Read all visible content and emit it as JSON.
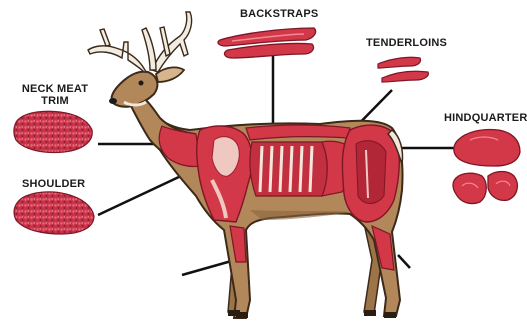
{
  "labels": {
    "backstraps": "BACKSTRAPS",
    "tenderloins": "TENDERLOINS",
    "hindquarter": "HINDQUARTER",
    "neck_line1": "NECK MEAT",
    "neck_line2": "TRIM",
    "shoulder": "SHOULDER"
  },
  "colors": {
    "hide": "#b2875a",
    "hide_dark": "#8a6540",
    "outline": "#3b2a1a",
    "meat": "#d23848",
    "meat_light": "#e45c6a",
    "meat_dark": "#9e1f31",
    "fat": "#f0c8c2",
    "bone": "#f4e6dc",
    "leader": "#111111"
  },
  "icons": [
    "antler-icon",
    "ground-meat-icon",
    "steak-icon"
  ]
}
